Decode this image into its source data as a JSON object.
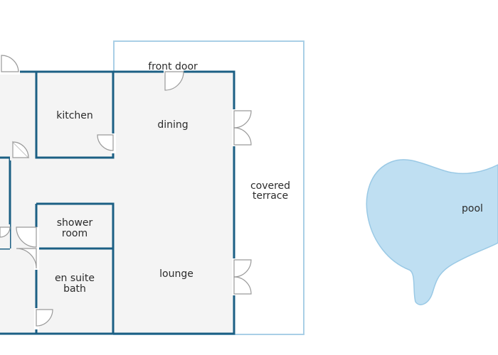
{
  "labels": {
    "front_door": "front door",
    "kitchen": "kitchen",
    "dining": "dining",
    "covered_terrace_line1": "covered",
    "covered_terrace_line2": "terrace",
    "shower_room_line1": "shower",
    "shower_room_line2": "room",
    "en_suite_line1": "en suite",
    "en_suite_line2": "bath",
    "lounge": "lounge",
    "pool": "pool"
  },
  "colors": {
    "wall": "#1b5f84",
    "floor": "#f4f4f4",
    "terrace_outline": "#a9cfe6",
    "pool_fill": "#bfdff2",
    "door": "#9a9a9a"
  },
  "icons": [
    "door-swing-icon"
  ]
}
